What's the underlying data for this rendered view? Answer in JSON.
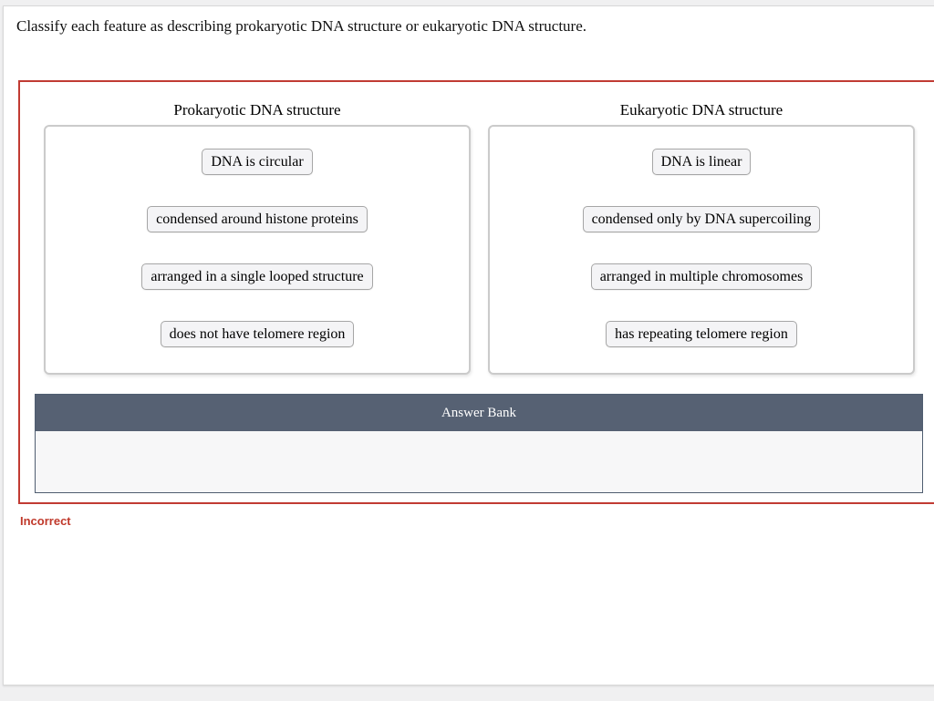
{
  "question": "Classify each feature as describing prokaryotic DNA structure or eukaryotic DNA structure.",
  "columns": [
    {
      "title": "Prokaryotic DNA structure",
      "items": [
        "DNA is circular",
        "condensed around histone proteins",
        "arranged in a single looped structure",
        "does not have telomere region"
      ]
    },
    {
      "title": "Eukaryotic DNA structure",
      "items": [
        "DNA is linear",
        "condensed only by DNA supercoiling",
        "arranged in multiple chromosomes",
        "has repeating telomere region"
      ]
    }
  ],
  "answer_bank": {
    "label": "Answer Bank"
  },
  "feedback": {
    "status": "Incorrect"
  },
  "colors": {
    "feedback_red": "#c13b33",
    "bank_header": "#566173",
    "chip_bg": "#f4f4f6",
    "page_bg": "#f0f0f1"
  }
}
